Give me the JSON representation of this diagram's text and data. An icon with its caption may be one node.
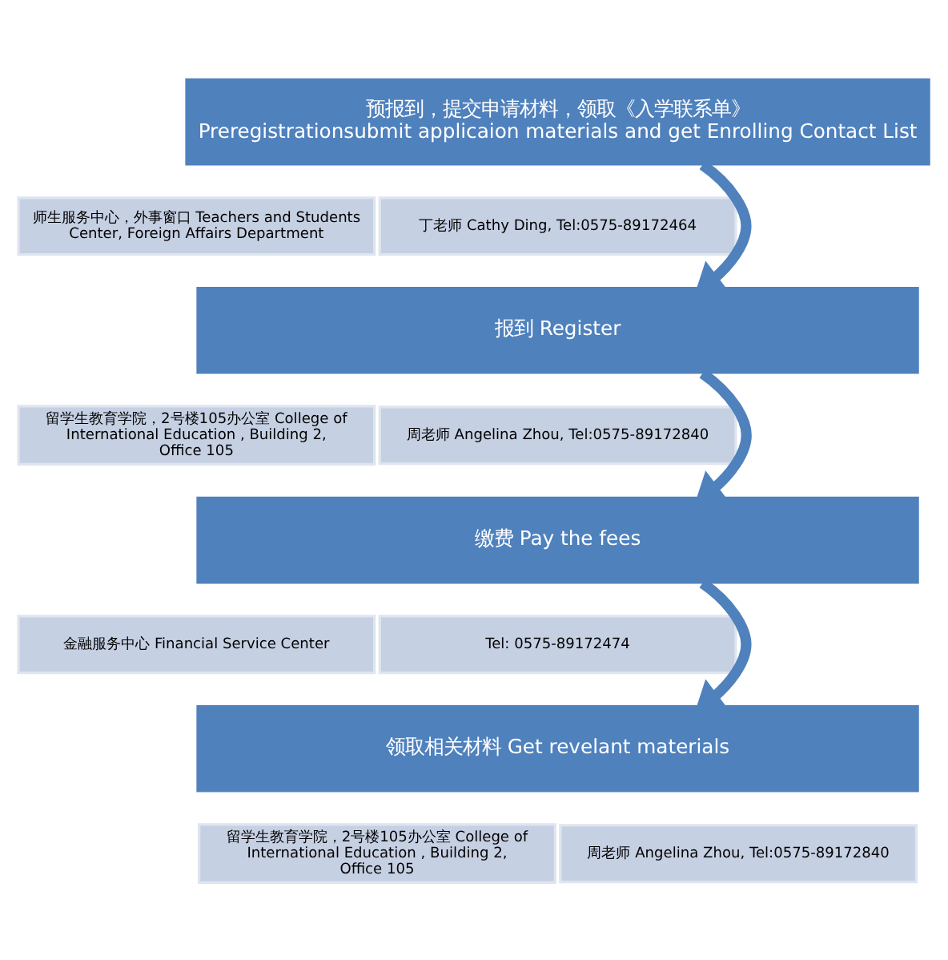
{
  "diagram": {
    "nodes": [
      {
        "text": [
          "预报到，提交申请材料，领取《入学联系单》",
          "Preregistrationsubmit applicaion materials and get Enrolling Contact List"
        ]
      },
      {
        "text": [
          "师生服务中心，外事窗口 Teachers and Students Center, Foreign Affairs Department"
        ]
      },
      {
        "text": [
          "丁老师 Cathy Ding, Tel:0575-89172464"
        ]
      },
      {
        "text": [
          "报到 Register"
        ]
      },
      {
        "text": [
          "留学生教育学院，2号楼105办公室 College of International Education , Building 2, Office 105"
        ]
      },
      {
        "text": [
          "周老师 Angelina Zhou, Tel:0575-89172840"
        ]
      },
      {
        "text": [
          "缴费 Pay the fees"
        ]
      },
      {
        "text": [
          "金融服务中心 Financial Service Center"
        ]
      },
      {
        "text": [
          "Tel: 0575-89172474"
        ]
      },
      {
        "text": [
          "领取相关材料 Get revelant materials"
        ]
      },
      {
        "text": [
          "留学生教育学院，2号楼105办公室 College of International Education , Building 2, Office 105"
        ]
      },
      {
        "text": [
          "周老师 Angelina Zhou, Tel:0575-89172840"
        ]
      }
    ],
    "edges": [
      {
        "from": 0,
        "to": 3,
        "arrow": "to"
      },
      {
        "from": 3,
        "to": 6,
        "arrow": "to"
      },
      {
        "from": 6,
        "to": 9,
        "arrow": "to"
      }
    ]
  }
}
